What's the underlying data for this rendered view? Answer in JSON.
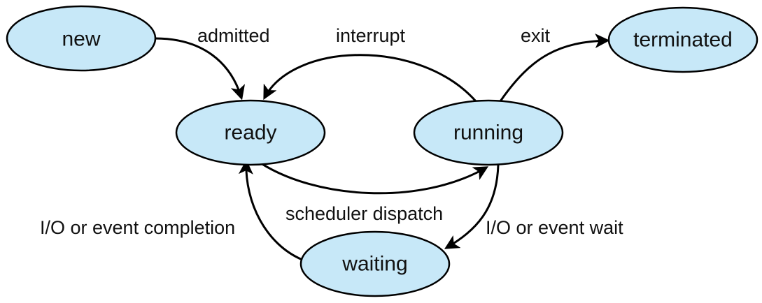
{
  "diagram": {
    "colors": {
      "node_fill": "#c7e8f8",
      "node_stroke": "#000000",
      "edge": "#000000",
      "text": "#111111"
    },
    "states": {
      "new": "new",
      "ready": "ready",
      "running": "running",
      "waiting": "waiting",
      "terminated": "terminated"
    },
    "transitions": {
      "admitted": "admitted",
      "interrupt": "interrupt",
      "exit": "exit",
      "scheduler_dispatch": "scheduler dispatch",
      "io_event_completion": "I/O or event completion",
      "io_event_wait": "I/O or event wait"
    }
  }
}
